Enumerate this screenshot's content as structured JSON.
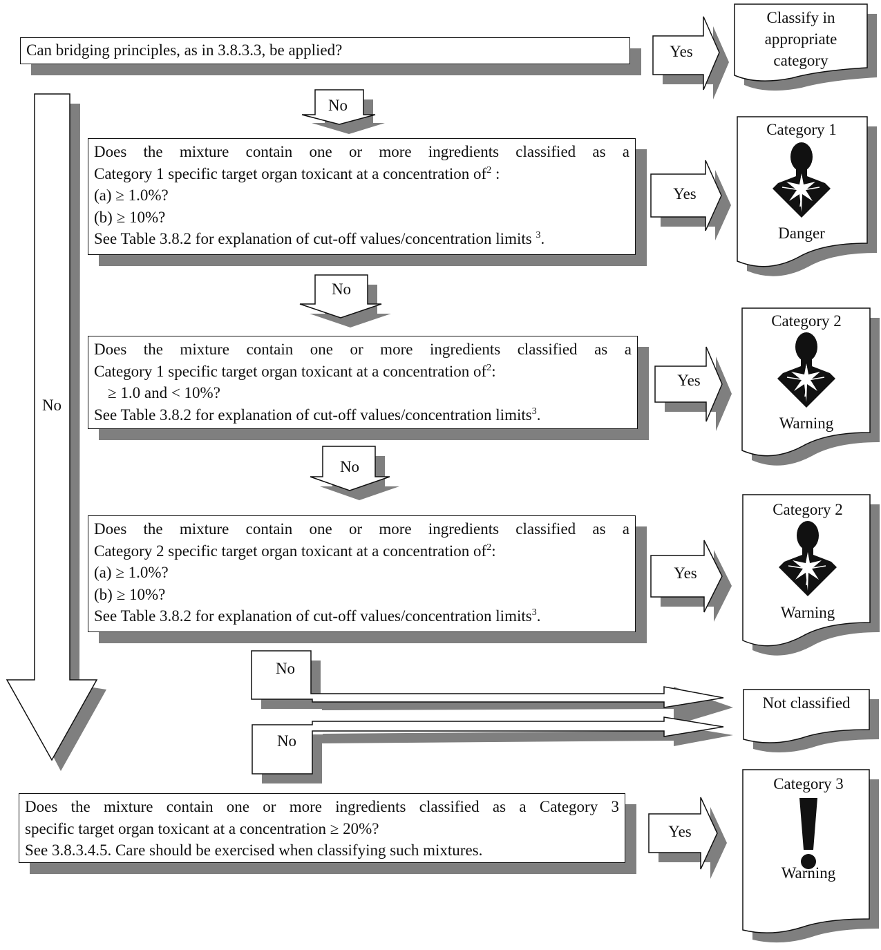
{
  "start": {
    "question": "Can bridging principles, as in 3.8.3.3, be applied?",
    "yes_label": "Yes",
    "no_label": "No",
    "result": [
      "Classify in",
      "appropriate",
      "category"
    ]
  },
  "left_no_label": "No",
  "q1": {
    "line1": "Does the mixture contain one or more ingredients classified as a",
    "line2": "Category 1 specific target organ toxicant at a concentration of",
    "line2_sup": "2",
    "line2_tail": " :",
    "line3": "(a) ≥ 1.0%?",
    "line4": "(b) ≥ 10%?",
    "line5": "See Table 3.8.2 for explanation of cut-off values/concentration limits ",
    "line5_sup": "3",
    "line5_tail": ".",
    "yes_label": "Yes",
    "no_label": "No",
    "result": {
      "category": "Category 1",
      "signal": "Danger",
      "icon": "health-hazard-icon"
    }
  },
  "q2": {
    "line1": "Does the mixture contain one or more ingredients classified as a",
    "line2": "Category 1 specific target organ toxicant at a concentration of",
    "line2_sup": "2",
    "line2_tail": ":",
    "line3": "≥ 1.0 and < 10%?",
    "line4": "See Table 3.8.2 for explanation of cut-off values/concentration limits",
    "line4_sup": "3",
    "line4_tail": ".",
    "yes_label": "Yes",
    "no_label": "No",
    "result": {
      "category": "Category 2",
      "signal": "Warning",
      "icon": "health-hazard-icon"
    }
  },
  "q3": {
    "line1": "Does the mixture contain one or more ingredients classified as a",
    "line2": "Category 2 specific target organ toxicant at a concentration of",
    "line2_sup": "2",
    "line2_tail": ":",
    "line3": "(a) ≥ 1.0%?",
    "line4": "(b) ≥ 10%?",
    "line5": "See Table 3.8.2 for explanation of cut-off values/concentration limits",
    "line5_sup": "3",
    "line5_tail": ".",
    "yes_label": "Yes",
    "no_label_a": "No",
    "no_label_b": "No",
    "result": {
      "category": "Category 2",
      "signal": "Warning",
      "icon": "health-hazard-icon"
    }
  },
  "not_classified": "Not classified",
  "q4": {
    "line1": "Does the mixture contain one or more ingredients classified as a Category 3",
    "line2": "specific target organ toxicant at a concentration ≥ 20%?",
    "line3": "See 3.8.3.4.5. Care should be exercised when classifying such mixtures.",
    "yes_label": "Yes",
    "result": {
      "category": "Category 3",
      "signal": "Warning",
      "icon": "exclamation-mark-icon"
    }
  },
  "colors": {
    "line": "#111111",
    "shadow": "#7f7f7f",
    "background": "#ffffff"
  }
}
